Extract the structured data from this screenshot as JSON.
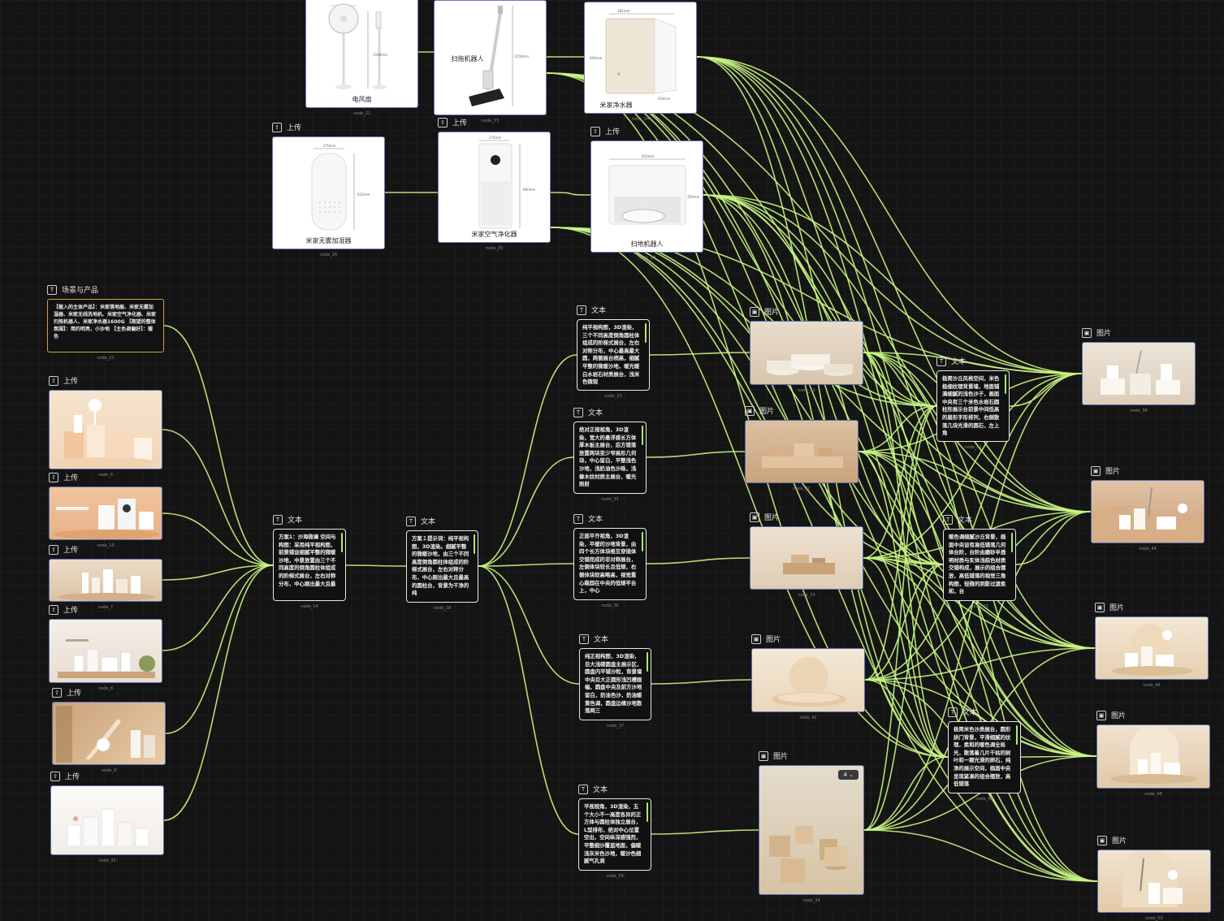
{
  "labels": {
    "text": "文本",
    "image": "图片",
    "upload": "上传",
    "scene": "场景与产品"
  },
  "colors": {
    "edge": "#c8f582",
    "node_border": "#5b6fb0",
    "scene_border": "#c9a34e",
    "background": "#141414"
  },
  "scene_node": {
    "id": "node_21",
    "text": "【植入的主体产品】：米家落地扇、米家无雾加湿器、米家无线洗地机、米家空气净化器、米家扫拖机器人、米家净水器1600G 【期望的整体氛围】：简约明亮，小沙地 【主色调偏好】：暖色"
  },
  "products": [
    {
      "id": "node_22",
      "caption": "电风扇",
      "header": ""
    },
    {
      "id": "node_23",
      "caption": "扫拖机器人",
      "header": ""
    },
    {
      "id": "node_24",
      "caption": "米家净水器",
      "header": ""
    },
    {
      "id": "node_26",
      "caption": "米家无雾加湿器",
      "header": "上传"
    },
    {
      "id": "node_25",
      "caption": "米家空气净化器",
      "header": "上传"
    },
    {
      "id": "node_27",
      "caption": "扫地机器人",
      "header": "上传"
    }
  ],
  "uploads": [
    {
      "id": "node_6",
      "header": "上传"
    },
    {
      "id": "node_10",
      "header": "上传"
    },
    {
      "id": "node_7",
      "header": "上传"
    },
    {
      "id": "node_8",
      "header": "上传"
    },
    {
      "id": "node_9",
      "header": "上传"
    },
    {
      "id": "node_30",
      "header": "上传"
    }
  ],
  "texts": {
    "t14": {
      "id": "node_14",
      "text": "方案1：沙海微澜 空间与构图：采用纯平视构图，前景铺设细腻平整的微暖沙地，中景放置由三个不同高度的倒角圆柱体组成的阶梯式展台，左右对称分布，中心刚出最大且最"
    },
    "t28": {
      "id": "node_28",
      "text": "方案１提示词：纯平视构图，3D渲染。细腻平整的微暖沙地，由三个不同高度倒角圆柱体组成的阶梯式展台，左右对称分布，中心刚出最大且最高的圆柱台，背景为干净的纯"
    },
    "t33": {
      "id": "node_33",
      "text": "纯平视构图，3D渲染，三个不同高度倒角圆柱体组成的阶梯式展台，左右对称分布，中心最高最大圆，两侧展台稍高，细腻平整的微暖沙地，暖光暖白水岩石材质展台，浅米色微瑕"
    },
    "t35": {
      "id": "node_35",
      "text": "绝对正视视角，3D渲染，宽大的悬浮感长方体厚木板主展台，后方错落放置两块至少窄高形几何块，中心留白，平整浅色沙地，浅奶油色沙砾，浅橡木纹材质主展台，暖光照射"
    },
    "t36": {
      "id": "node_36",
      "text": "正面平齐视角，3D渲染，平缓的沙地背景，由四个长方体块根互穿插体交错而成的非对称展台，左侧体块较长且低矮，右侧体块较高略高，视觉重心稳固在中央的低矮平台上，中心"
    },
    "t37": {
      "id": "node_37",
      "text": "纯正视构图，3D渲染，巨大浅碟圆盘主展示区，圆盘内平铺沙粒，背景墙中央巨大正圆形浅凹槽画幅，圆盘中央及前方沙地留白，奶油色沙，奶油暖黄色调，圆盘边缘沙地散落两三"
    },
    "t39": {
      "id": "node_39",
      "text": "平视视角，3D渲染，五个大小不一高度各异的正方体与圆柱体独立展台，L型排布，绝对中心位置空出，空间纵深感强烈，平整细沙覆盖地面，偏暖浅灰米色沙地，暖沙色细腻气孔洞"
    },
    "t41": {
      "id": "node_41",
      "text": "极简沙丘风格空间，米色极细纹理背景墙，地面铺满细腻的浅色沙子，画面中央有三个米色水岩石圆柱形展示台前景中间低高的扇形字形排列，右侧散落几块光滑的圆石，左上角"
    },
    "t43": {
      "id": "node_43",
      "text": "暖色调细腻沙丘背景，画面中央设有高低错落几何体台阶，台阶由磨砂半透明材质与实体浅棕色材质交错构成，展示的组合摆放，高低错落的视觉三角构图，轻微的阴影过渡柔和，台"
    },
    "t45": {
      "id": "node_45",
      "text": "极简米色沙质展台，圆形拱门背景，平滑细腻的纹理，柔和的暖色调全局光，散落着几片干枯的树叶和一颗光滑的卵石，纯净的展示空间，画面中央呈现紧凑的组合摆放，高低错落"
    }
  },
  "images": [
    {
      "id": "node_31",
      "header": "图片",
      "badge": ""
    },
    {
      "id": "node_32",
      "header": "图片",
      "badge": ""
    },
    {
      "id": "node_33",
      "header": "图片",
      "badge": ""
    },
    {
      "id": "node_42",
      "header": "图片",
      "badge": ""
    },
    {
      "id": "node_34",
      "header": "图片",
      "badge": "4"
    }
  ],
  "outputs": [
    {
      "id": "node_38",
      "header": "图片"
    },
    {
      "id": "node_44",
      "header": "图片"
    },
    {
      "id": "node_46",
      "header": "图片"
    },
    {
      "id": "node_48",
      "header": "图片"
    },
    {
      "id": "node_50",
      "header": "图片"
    }
  ]
}
